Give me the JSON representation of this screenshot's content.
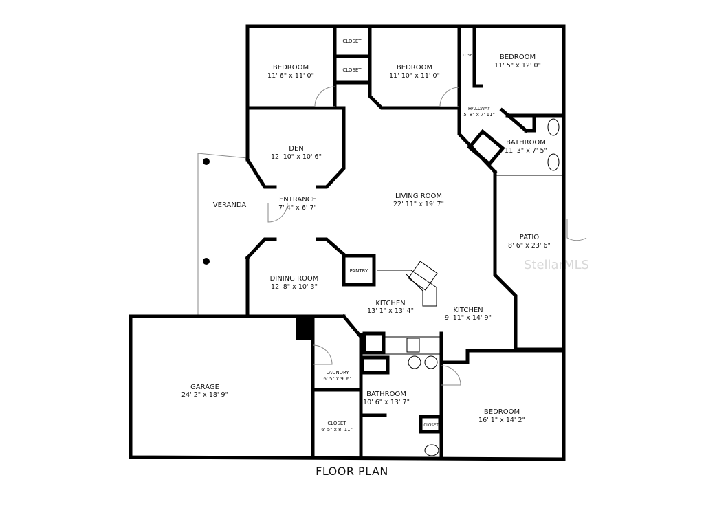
{
  "title": "FLOOR PLAN",
  "watermark": "StellarMLS",
  "rooms": {
    "bedroom1": {
      "name": "BEDROOM",
      "dims": "11' 6\" x 11' 0\""
    },
    "bedroom2": {
      "name": "BEDROOM",
      "dims": "11' 10\" x 11' 0\""
    },
    "bedroom3": {
      "name": "BEDROOM",
      "dims": "11' 5\" x 12' 0\""
    },
    "closet1": {
      "name": "CLOSET"
    },
    "closet2": {
      "name": "CLOSET"
    },
    "closet3": {
      "name": "CLOSET"
    },
    "hallway": {
      "name": "HALLWAY",
      "dims": "5' 8\" x 7' 11\""
    },
    "bathroom1": {
      "name": "BATHROOM",
      "dims": "11' 3\" x 7' 5\""
    },
    "den": {
      "name": "DEN",
      "dims": "12' 10\" x 10' 6\""
    },
    "living": {
      "name": "LIVING ROOM",
      "dims": "22' 11\" x 19' 7\""
    },
    "entrance": {
      "name": "ENTRANCE",
      "dims": "7' 4\" x 6' 7\""
    },
    "veranda": {
      "name": "VERANDA"
    },
    "patio": {
      "name": "PATIO",
      "dims": "8' 6\" x 23' 6\""
    },
    "dining": {
      "name": "DINING ROOM",
      "dims": "12' 8\" x 10' 3\""
    },
    "pantry": {
      "name": "PANTRY"
    },
    "kitchen1": {
      "name": "KITCHEN",
      "dims": "13' 1\" x 13' 4\""
    },
    "kitchen2": {
      "name": "KITCHEN",
      "dims": "9' 11\" x 14' 9\""
    },
    "garage": {
      "name": "GARAGE",
      "dims": "24' 2\" x 18' 9\""
    },
    "laundry": {
      "name": "LAUNDRY",
      "dims": "6' 5\" x 9' 6\""
    },
    "closet4": {
      "name": "CLOSET",
      "dims": "6' 5\" x 8' 11\""
    },
    "bathroom2": {
      "name": "BATHROOM",
      "dims": "10' 6\" x 13' 7\""
    },
    "closet5": {
      "name": "CLOSET"
    },
    "bedroom4": {
      "name": "BEDROOM",
      "dims": "16' 1\" x 14' 2\""
    }
  }
}
